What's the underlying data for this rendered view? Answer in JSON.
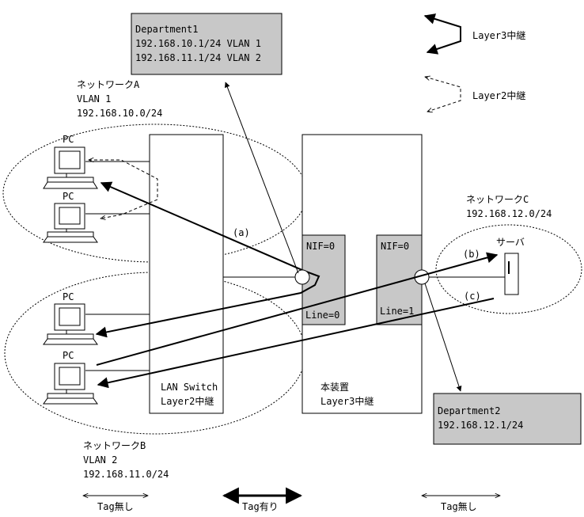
{
  "legend": {
    "layer3": "Layer3中継",
    "layer2": "Layer2中継"
  },
  "dept1": {
    "name": "Department1",
    "line1": "192.168.10.1/24  VLAN 1",
    "line2": "192.168.11.1/24  VLAN 2"
  },
  "dept2": {
    "name": "Department2",
    "line1": "192.168.12.1/24"
  },
  "network_a": {
    "name": "ネットワークA",
    "vlan": "VLAN 1",
    "subnet": "192.168.10.0/24"
  },
  "network_b": {
    "name": "ネットワークB",
    "vlan": "VLAN 2",
    "subnet": "192.168.11.0/24"
  },
  "network_c": {
    "name": "ネットワークC",
    "subnet": "192.168.12.0/24"
  },
  "pc_label": "PC",
  "server_label": "サーバ",
  "lan_switch": {
    "name": "LAN Switch",
    "role": "Layer2中継"
  },
  "device": {
    "name": "本装置",
    "role": "Layer3中継",
    "nif_left": "NIF=0",
    "line_left": "Line=0",
    "nif_right": "NIF=0",
    "line_right": "Line=1"
  },
  "flows": {
    "a": "(a)",
    "b": "(b)",
    "c": "(c)"
  },
  "bottom": {
    "untagged_left": "Tag無し",
    "tagged": "Tag有り",
    "untagged_right": "Tag無し"
  }
}
